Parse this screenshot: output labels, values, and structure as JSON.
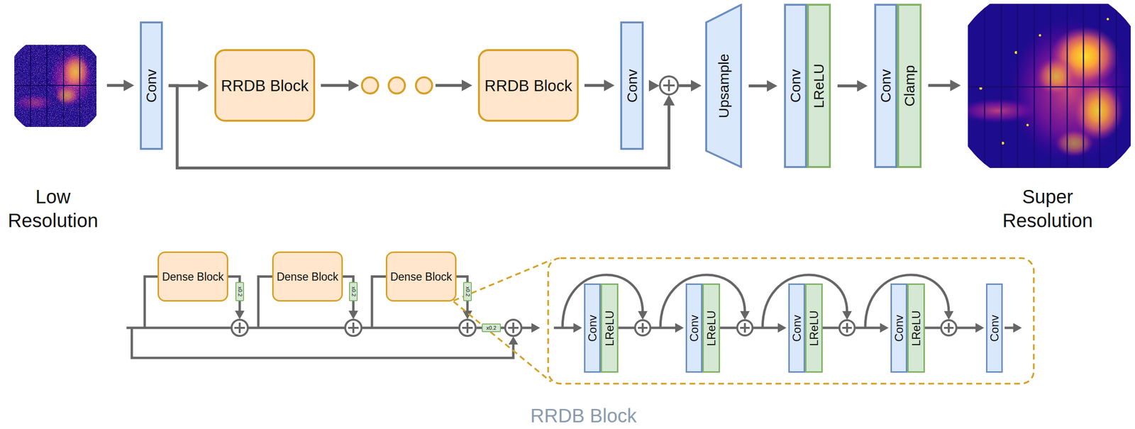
{
  "diagram": {
    "nodes": [
      {
        "text": [
          "Conv"
        ]
      },
      {
        "text": [
          "RRDB Block"
        ]
      },
      {
        "text": [
          "RRDB Block"
        ]
      },
      {
        "text": [
          "Conv"
        ]
      },
      {
        "text": [
          "Upsample"
        ]
      },
      {
        "text": [
          "Conv"
        ]
      },
      {
        "text": [
          "LReLU"
        ]
      },
      {
        "text": [
          "Conv"
        ]
      },
      {
        "text": [
          "Clamp"
        ]
      },
      {
        "text": [
          "Dense Block"
        ]
      },
      {
        "text": [
          "x0.2"
        ]
      },
      {
        "text": [
          "Dense Block"
        ]
      },
      {
        "text": [
          "x0.2"
        ]
      },
      {
        "text": [
          "Dense Block"
        ]
      },
      {
        "text": [
          "x0.2"
        ]
      },
      {
        "text": [
          "x0.2"
        ]
      },
      {
        "text": [
          "Conv"
        ]
      },
      {
        "text": [
          "LReLU"
        ]
      },
      {
        "text": [
          "Conv"
        ]
      },
      {
        "text": [
          "LReLU"
        ]
      },
      {
        "text": [
          "Conv"
        ]
      },
      {
        "text": [
          "LReLU"
        ]
      },
      {
        "text": [
          "Conv"
        ]
      },
      {
        "text": [
          "LReLU"
        ]
      },
      {
        "text": [
          "Conv"
        ]
      }
    ],
    "edges": [
      {
        "from": 0,
        "to": 1,
        "arrow": "to"
      },
      {
        "from": 1,
        "to": 2,
        "arrow": "to"
      },
      {
        "from": 2,
        "to": 3,
        "arrow": "to"
      },
      {
        "from": 3,
        "to": 4,
        "arrow": "to"
      },
      {
        "from": 0,
        "to": 4,
        "arrow": "to"
      },
      {
        "from": 4,
        "to": 5,
        "arrow": "to"
      },
      {
        "from": 6,
        "to": 7,
        "arrow": "to"
      },
      {
        "from": 9,
        "to": 10,
        "arrow": "none"
      },
      {
        "from": 10,
        "to": 11,
        "arrow": "none"
      },
      {
        "from": 11,
        "to": 12,
        "arrow": "none"
      },
      {
        "from": 12,
        "to": 13,
        "arrow": "none"
      },
      {
        "from": 13,
        "to": 14,
        "arrow": "none"
      },
      {
        "from": 14,
        "to": 15,
        "arrow": "none"
      },
      {
        "from": 15,
        "to": 16,
        "arrow": "to"
      },
      {
        "from": 17,
        "to": 18,
        "arrow": "to"
      },
      {
        "from": 19,
        "to": 20,
        "arrow": "to"
      },
      {
        "from": 21,
        "to": 22,
        "arrow": "to"
      },
      {
        "from": 23,
        "to": 24,
        "arrow": "to"
      }
    ],
    "labels": [
      "Low Resolution",
      "Super Resolution",
      "RRDB Block"
    ]
  }
}
